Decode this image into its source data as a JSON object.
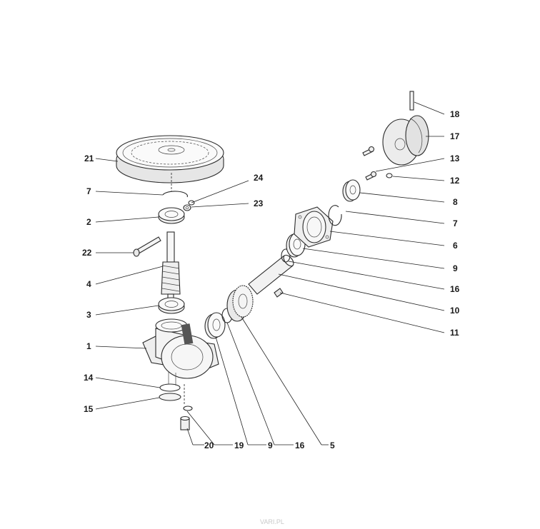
{
  "diagram": {
    "parts": [
      {
        "id": "21",
        "label": "21"
      },
      {
        "id": "7a",
        "label": "7"
      },
      {
        "id": "2",
        "label": "2"
      },
      {
        "id": "22",
        "label": "22"
      },
      {
        "id": "4",
        "label": "4"
      },
      {
        "id": "3",
        "label": "3"
      },
      {
        "id": "1",
        "label": "1"
      },
      {
        "id": "14",
        "label": "14"
      },
      {
        "id": "15",
        "label": "15"
      },
      {
        "id": "24",
        "label": "24"
      },
      {
        "id": "23",
        "label": "23"
      },
      {
        "id": "18",
        "label": "18"
      },
      {
        "id": "17",
        "label": "17"
      },
      {
        "id": "13",
        "label": "13"
      },
      {
        "id": "12",
        "label": "12"
      },
      {
        "id": "8",
        "label": "8"
      },
      {
        "id": "7b",
        "label": "7"
      },
      {
        "id": "6",
        "label": "6"
      },
      {
        "id": "9a",
        "label": "9"
      },
      {
        "id": "16a",
        "label": "16"
      },
      {
        "id": "10",
        "label": "10"
      },
      {
        "id": "11",
        "label": "11"
      },
      {
        "id": "20",
        "label": "20"
      },
      {
        "id": "19",
        "label": "19"
      },
      {
        "id": "9b",
        "label": "9"
      },
      {
        "id": "16b",
        "label": "16"
      },
      {
        "id": "5",
        "label": "5"
      }
    ]
  },
  "watermark": "VARI.PL"
}
